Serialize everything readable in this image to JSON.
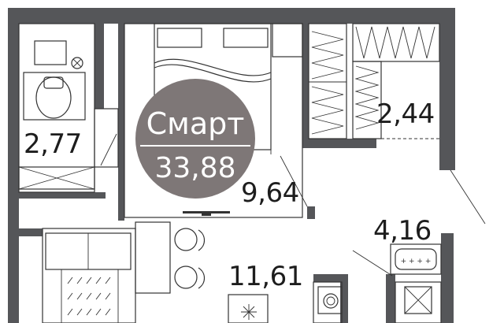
{
  "plan": {
    "type_label": "Смарт",
    "total_area": "33,88",
    "rooms": [
      {
        "id": "bathroom",
        "area": "2,77"
      },
      {
        "id": "wardrobe",
        "area": "2,44"
      },
      {
        "id": "bedroom",
        "area": "9,64"
      },
      {
        "id": "hall",
        "area": "4,16"
      },
      {
        "id": "kitchen-living",
        "area": "11,61"
      }
    ]
  },
  "colors": {
    "wall": "#555659",
    "badge": "#7e7777",
    "badge_text": "#ffffff",
    "label_text": "#1d1d1d"
  },
  "icons": [
    "toilet-icon",
    "bed-icon",
    "wardrobe-icon",
    "bathtub-icon",
    "chair-icon",
    "stove-icon",
    "washing-machine-icon",
    "tv-icon"
  ]
}
